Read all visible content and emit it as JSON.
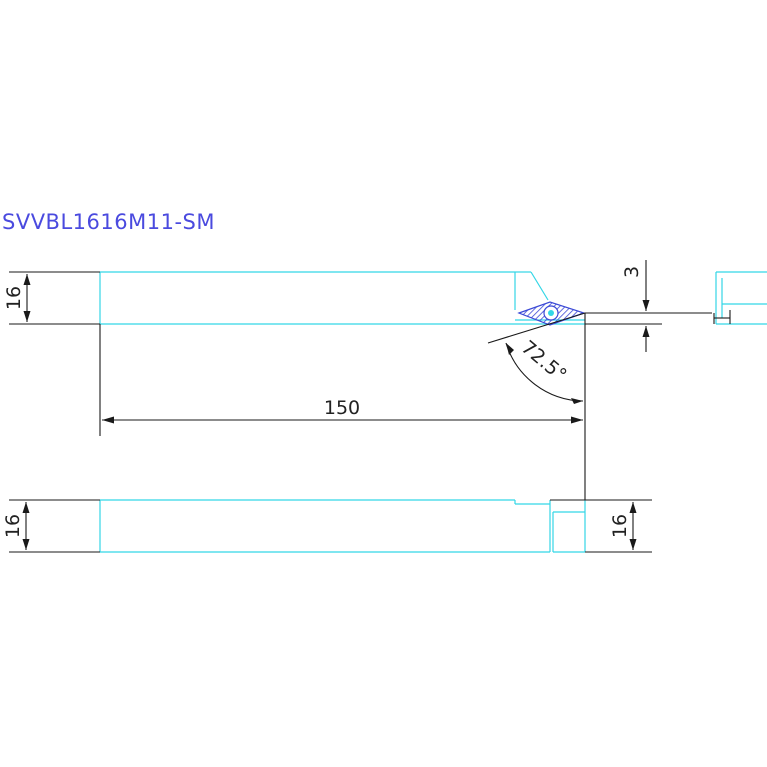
{
  "drawing": {
    "title": "SVVBL1616M11-SM",
    "dimensions": {
      "length": "150",
      "height_top": "16",
      "height_bottom_left": "16",
      "height_bottom_right": "16",
      "offset": "3",
      "angle": "72.5°"
    }
  },
  "colors": {
    "outline": "#33d6e6",
    "dimension_lines": "#1a1a1a",
    "title": "#4a4adf",
    "insert": "#3b49d6"
  },
  "icons": {
    "insert": "diamond-insert-icon",
    "screw": "clamp-screw-icon"
  }
}
